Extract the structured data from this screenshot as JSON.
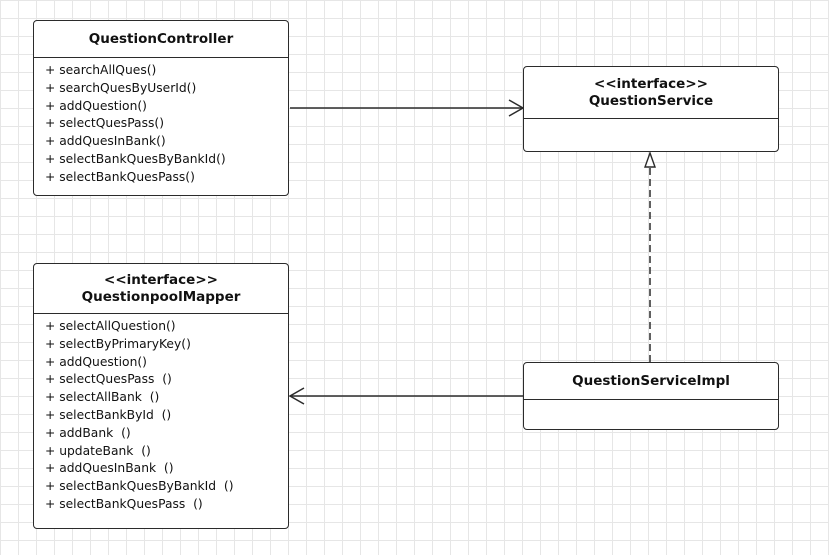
{
  "classes": {
    "controller": {
      "name": "QuestionController",
      "methods": [
        "+ searchAllQues()",
        "+ searchQuesByUserId()",
        "+ addQuestion()",
        "+ selectQuesPass()",
        "+ addQuesInBank()",
        "+ selectBankQuesByBankId()",
        "+ selectBankQuesPass()"
      ]
    },
    "service": {
      "stereotype": "<<interface>>",
      "name": "QuestionService"
    },
    "mapper": {
      "stereotype": "<<interface>>",
      "name": "QuestionpoolMapper",
      "methods": [
        "+ selectAllQuestion()",
        "+ selectByPrimaryKey()",
        "+ addQuestion()",
        "+ selectQuesPass  ()",
        "+ selectAllBank  ()",
        "+ selectBankById  ()",
        "+ addBank  ()",
        "+ updateBank  ()",
        "+ addQuesInBank  ()",
        "+ selectBankQuesByBankId  ()",
        "+ selectBankQuesPass  ()"
      ]
    },
    "impl": {
      "name": "QuestionServiceImpl"
    }
  },
  "relations": [
    {
      "from": "QuestionController",
      "to": "QuestionService",
      "kind": "association"
    },
    {
      "from": "QuestionServiceImpl",
      "to": "QuestionService",
      "kind": "realization"
    },
    {
      "from": "QuestionServiceImpl",
      "to": "QuestionpoolMapper",
      "kind": "association"
    }
  ],
  "colors": {
    "line": "#2b2b2b",
    "grid": "#e6e6e6",
    "box": "#ffffff"
  }
}
